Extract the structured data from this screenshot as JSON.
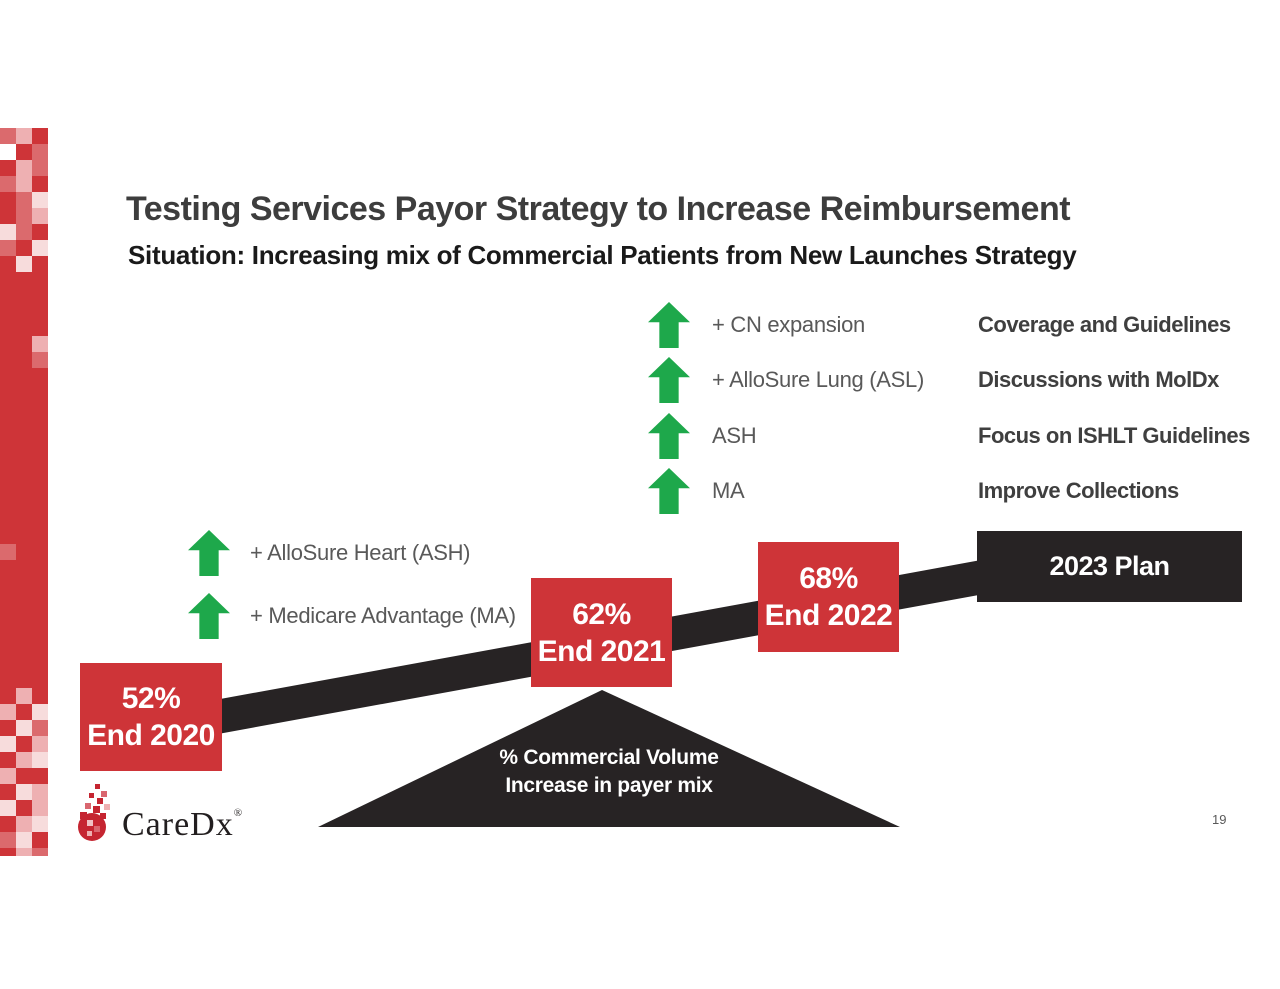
{
  "title": "Testing Services Payor Strategy to Increase Reimbursement",
  "subtitle": "Situation: Increasing mix of Commercial Patients from New Launches Strategy",
  "page_number": "19",
  "brand": {
    "name": "CareDx",
    "registered_mark": "®"
  },
  "new_launches": [
    {
      "icon": "green-up-arrow",
      "label": "+ CN expansion",
      "strategy": "Coverage and Guidelines"
    },
    {
      "icon": "green-up-arrow",
      "label": "+ AlloSure Lung (ASL)",
      "strategy": "Discussions with MolDx"
    },
    {
      "icon": "green-up-arrow",
      "label": "ASH",
      "strategy": "Focus on ISHLT Guidelines"
    },
    {
      "icon": "green-up-arrow",
      "label": "MA",
      "strategy": "Improve Collections"
    }
  ],
  "prior_launches": [
    {
      "icon": "green-up-arrow",
      "label": "+ AlloSure Heart (ASH)"
    },
    {
      "icon": "green-up-arrow",
      "label": "+ Medicare Advantage (MA)"
    }
  ],
  "milestones": [
    {
      "percent": "52%",
      "period": "End 2020"
    },
    {
      "percent": "62%",
      "period": "End 2021"
    },
    {
      "percent": "68%",
      "period": "End 2022"
    }
  ],
  "plan": {
    "label": "2023 Plan"
  },
  "callout": {
    "line1": "% Commercial Volume",
    "line2": "Increase in payer mix"
  },
  "colors": {
    "brand_red": "#ce3438",
    "arrow_green": "#1ea84b",
    "shape_dark": "#272324",
    "label_gray": "#595959",
    "title_gray": "#3d3d3d"
  }
}
